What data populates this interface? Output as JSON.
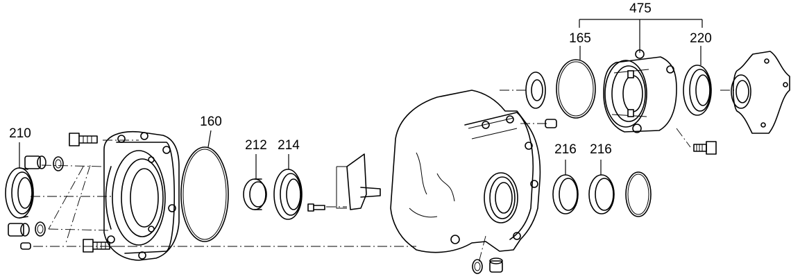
{
  "diagram": {
    "callouts": {
      "c475": "475",
      "c165": "165",
      "c220": "220",
      "c210": "210",
      "c160": "160",
      "c212": "212",
      "c214": "214",
      "c216a": "216",
      "c216b": "216"
    }
  }
}
